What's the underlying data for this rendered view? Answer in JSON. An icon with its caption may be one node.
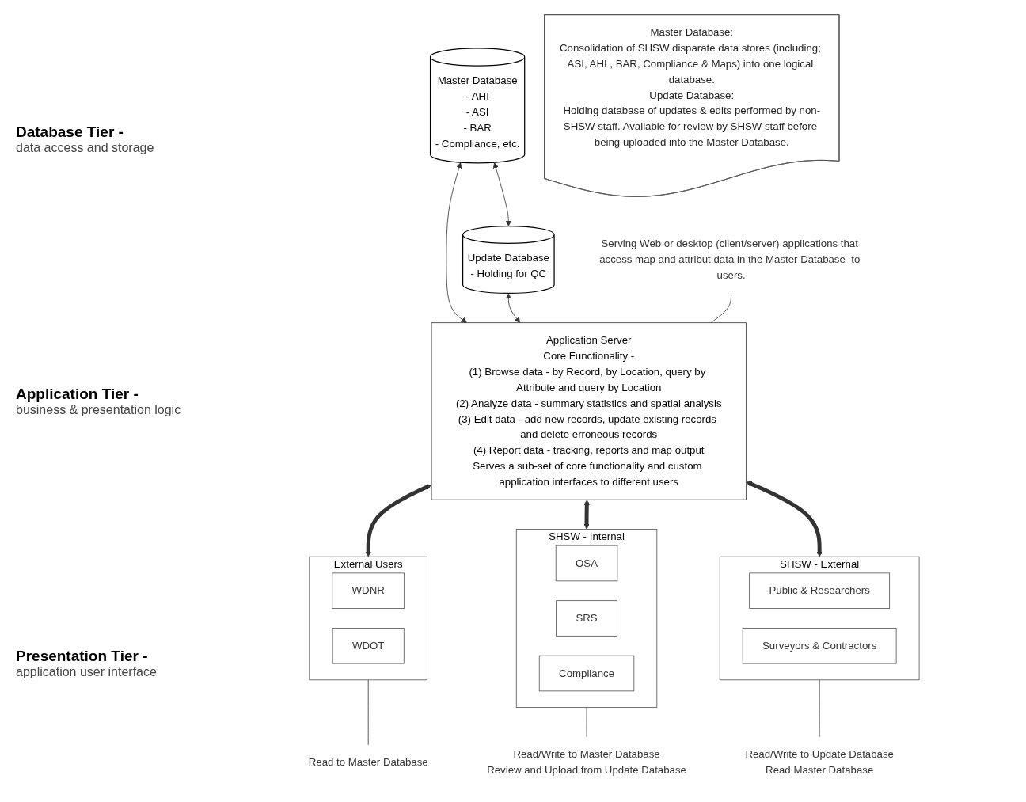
{
  "diagram": {
    "nodes": [
      {
        "text": [
          "Master Database",
          "- AHI",
          "- ASI",
          "- BAR",
          "- Compliance, etc."
        ]
      },
      {
        "text": [
          "Update Database",
          "- Holding for QC"
        ]
      },
      {
        "text": [
          "Master Database:",
          "Consolidation of SHSW disparate data stores (including; ASI, AHI , BAR, Compliance & Maps) into one logical database.",
          "Update Database:",
          "Holding database of updates & edits performed by non-SHSW staff. Available for review by SHSW staff before being uploaded into the Master Database."
        ]
      },
      {
        "text": [
          "Application Server",
          "Core Functionality -",
          "(1) Browse data - by Record, by Location, query by Attribute and query by Location",
          "(2) Analyze data - summary statistics and spatial analysis",
          "(3) Edit data - add new records, update existing records and delete erroneous records",
          "(4) Report data - tracking, reports and map output",
          "Serves a sub-set of core functionality and custom application interfaces to different users"
        ]
      },
      {
        "text": [
          "Serving Web or desktop (client/server) applications that access map and attribut data in the Master Database  to users."
        ]
      },
      {
        "text": [
          "External Users"
        ]
      },
      {
        "text": [
          "WDNR"
        ],
        "in": 5
      },
      {
        "text": [
          "WDOT"
        ],
        "in": 5
      },
      {
        "text": [
          "SHSW - Internal"
        ]
      },
      {
        "text": [
          "OSA"
        ],
        "in": 8
      },
      {
        "text": [
          "SRS"
        ],
        "in": 8
      },
      {
        "text": [
          "Compliance"
        ],
        "in": 8
      },
      {
        "text": [
          "SHSW - External"
        ]
      },
      {
        "text": [
          "Public & Researchers"
        ],
        "in": 12
      },
      {
        "text": [
          "Surveyors & Contractors"
        ],
        "in": 12
      },
      {
        "text": [
          "Read to Master Database"
        ]
      },
      {
        "text": [
          "Read/Write to Master Database",
          "Review and Upload from Update Database"
        ]
      },
      {
        "text": [
          "Read/Write to Update Database",
          "Read Master Database"
        ]
      }
    ],
    "edges": [
      {
        "from": 0,
        "to": 1,
        "arrow": "both"
      },
      {
        "from": 0,
        "to": 3,
        "arrow": "both"
      },
      {
        "from": 1,
        "to": 3,
        "arrow": "both"
      },
      {
        "from": 4,
        "to": 3,
        "arrow": "none"
      },
      {
        "from": 3,
        "to": 5,
        "arrow": "both",
        "style": "thick"
      },
      {
        "from": 3,
        "to": 8,
        "arrow": "both",
        "style": "thick"
      },
      {
        "from": 3,
        "to": 12,
        "arrow": "both",
        "style": "thick"
      },
      {
        "from": 5,
        "to": 15,
        "arrow": "none"
      },
      {
        "from": 8,
        "to": 16,
        "arrow": "none"
      },
      {
        "from": 12,
        "to": 17,
        "arrow": "none"
      }
    ],
    "labels": [
      "Database Tier -",
      "data access and storage",
      "Application Tier -",
      "business & presentation logic",
      "Presentation Tier -",
      "application user interface"
    ]
  }
}
